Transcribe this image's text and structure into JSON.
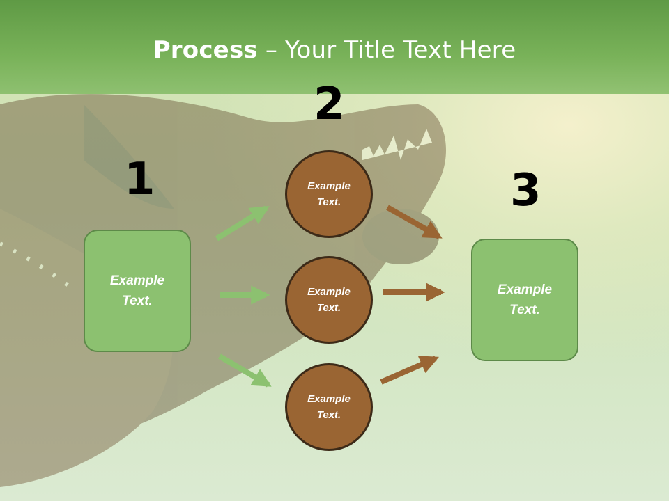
{
  "title": {
    "bold": "Process",
    "rest": " – Your Title Text Here"
  },
  "steps": [
    "1",
    "2",
    "3"
  ],
  "left_box": {
    "text": "Example\nText."
  },
  "circles": [
    {
      "text": "Example\nText."
    },
    {
      "text": "Example\nText."
    },
    {
      "text": "Example\nText."
    }
  ],
  "right_box": {
    "text": "Example\nText."
  },
  "colors": {
    "green": "#8cc170",
    "brown": "#9a6533",
    "header": "#6aa64d",
    "arrow_green": "#8cc170",
    "arrow_brown": "#9a6533"
  }
}
